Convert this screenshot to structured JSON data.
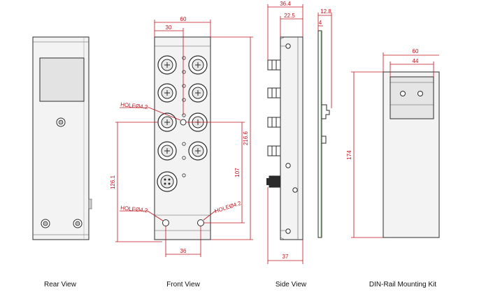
{
  "captions": {
    "rear": "Rear View",
    "front": "Front View",
    "side": "Side View",
    "din": "DIN-Rail Mounting Kit"
  },
  "front_view": {
    "width": "60",
    "inner_width": "30",
    "height": "216.6",
    "hole_spacing_v": "107",
    "hole_offset_v": "126.1",
    "hole_spacing_h": "36",
    "hole_label_1": "HOLEØ4.2",
    "hole_label_2": "HOLEØ4.2",
    "hole_label_3": "HOLEØ4.2"
  },
  "side_view": {
    "total_depth": "36.4",
    "inner_depth": "22.5",
    "base_depth": "37",
    "plate_depth": "12.8",
    "plate_thickness": "4"
  },
  "din_kit": {
    "outer_width": "60",
    "inner_width": "44",
    "height": "174"
  },
  "colors": {
    "dimension_line": "#c0141b",
    "outline": "#2b2b2b",
    "panel_fill": "#f2f2f2"
  }
}
